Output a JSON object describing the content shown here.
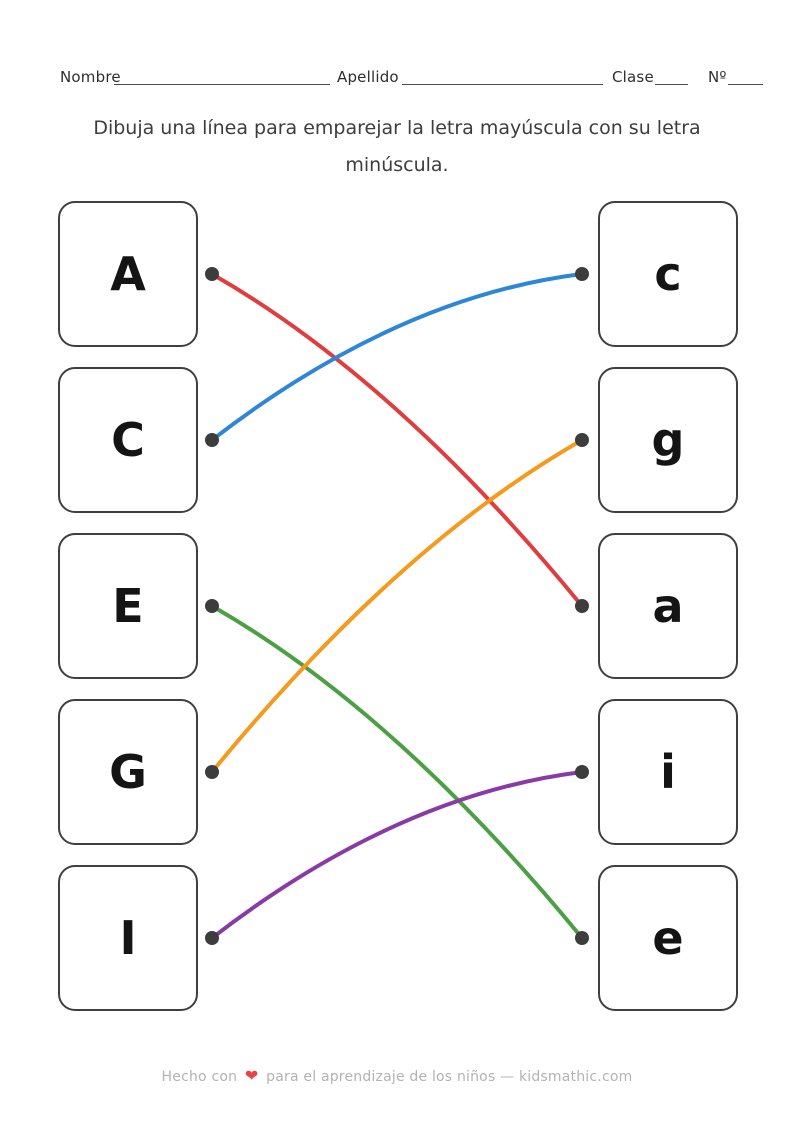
{
  "header": {
    "fields": [
      {
        "label": "Nombre"
      },
      {
        "label": "Apellido"
      },
      {
        "label": "Clase"
      },
      {
        "label": "Nº"
      }
    ]
  },
  "instructions": "Dibuja una línea para emparejar la letra mayúscula con su letra minúscula.",
  "worksheet": {
    "left_letters": [
      "A",
      "C",
      "E",
      "G",
      "I"
    ],
    "right_letters": [
      "c",
      "g",
      "a",
      "i",
      "e"
    ],
    "connections": [
      {
        "from": "A",
        "from_row": 0,
        "to": "a",
        "to_row": 2,
        "color": "#e03e3e"
      },
      {
        "from": "C",
        "from_row": 1,
        "to": "c",
        "to_row": 0,
        "color": "#2e86d6"
      },
      {
        "from": "E",
        "from_row": 2,
        "to": "e",
        "to_row": 4,
        "color": "#4ba043"
      },
      {
        "from": "G",
        "from_row": 3,
        "to": "g",
        "to_row": 1,
        "color": "#f59a1f"
      },
      {
        "from": "I",
        "from_row": 4,
        "to": "i",
        "to_row": 3,
        "color": "#8a3aa5"
      }
    ],
    "dot_color": "#3d3d3d"
  },
  "footer": {
    "text_before_heart": "Hecho con",
    "heart_icon": "❤",
    "text_after_heart": "para el aprendizaje de los niños — kidsmathic.com"
  }
}
